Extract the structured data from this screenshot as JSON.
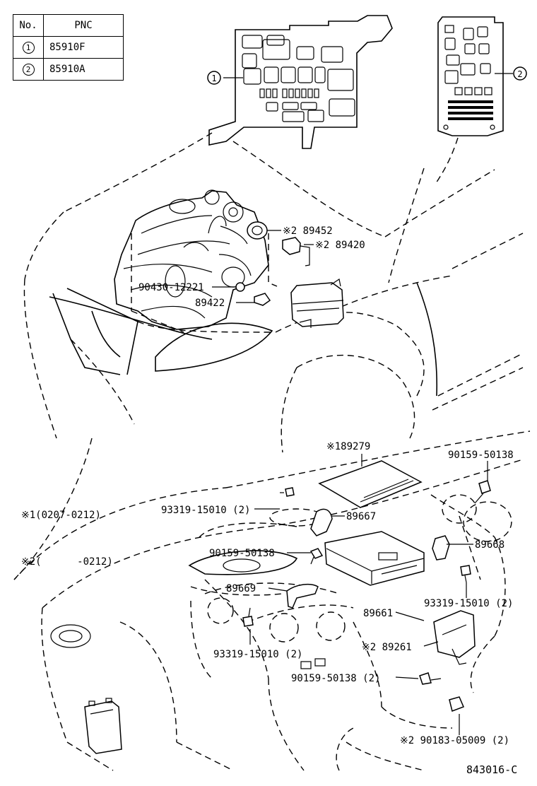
{
  "table": {
    "headers": {
      "no": "No.",
      "pnc": "PNC"
    },
    "rows": [
      {
        "no": "1",
        "pnc": "85910F"
      },
      {
        "no": "2",
        "pnc": "85910A"
      }
    ]
  },
  "notes": [
    {
      "mark": "※1",
      "text": "(0207-0212)"
    },
    {
      "mark": "※2",
      "text": "(      -0212)"
    }
  ],
  "callouts": {
    "ref1": "1",
    "ref2": "2",
    "p89452": "※2 89452",
    "p89420": "※2 89420",
    "p90430": "90430-12221",
    "p89422": "89422",
    "p189279": "※189279",
    "p90159_a": "90159-50138",
    "p93319_a": "93319-15010 (2)",
    "p89667": "89667",
    "p89668": "89668",
    "p90159_b": "90159-50138",
    "p89669": "89669",
    "p93319_b": "93319-15010 (2)",
    "p89661": "89661",
    "p89261": "※2 89261",
    "p93319_c": "93319-15010 (2)",
    "p90159_c": "90159-50138 (2)",
    "p90183": "※2 90183-05009 (2)"
  },
  "drawing_code": "843016-C"
}
